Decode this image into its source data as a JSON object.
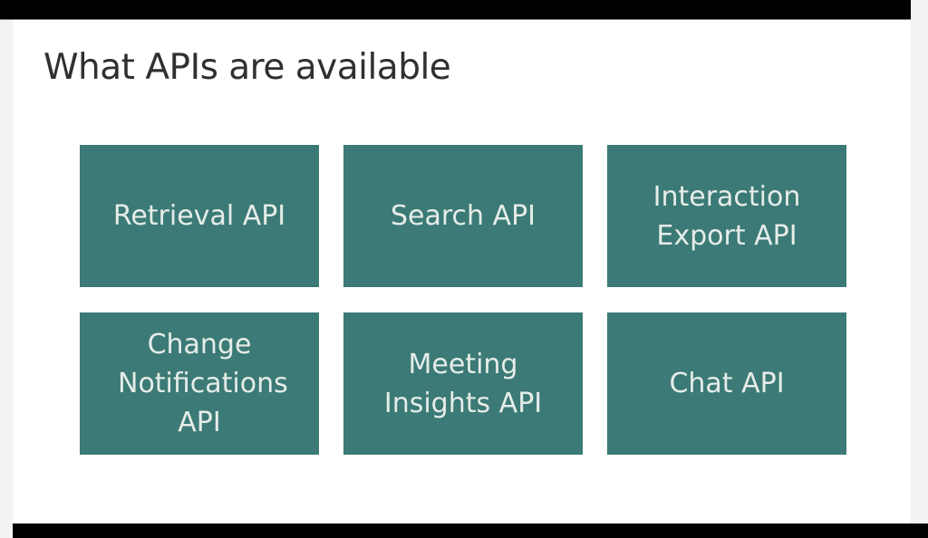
{
  "title": "What APIs are available",
  "tiles": [
    {
      "label": "Retrieval API"
    },
    {
      "label": "Search API"
    },
    {
      "label": "Interaction Export API"
    },
    {
      "label": "Change Notifications API"
    },
    {
      "label": "Meeting Insights API"
    },
    {
      "label": "Chat API"
    }
  ],
  "colors": {
    "tile": "#3b7a76",
    "tile_text": "#e6ece8",
    "title": "#303030"
  }
}
